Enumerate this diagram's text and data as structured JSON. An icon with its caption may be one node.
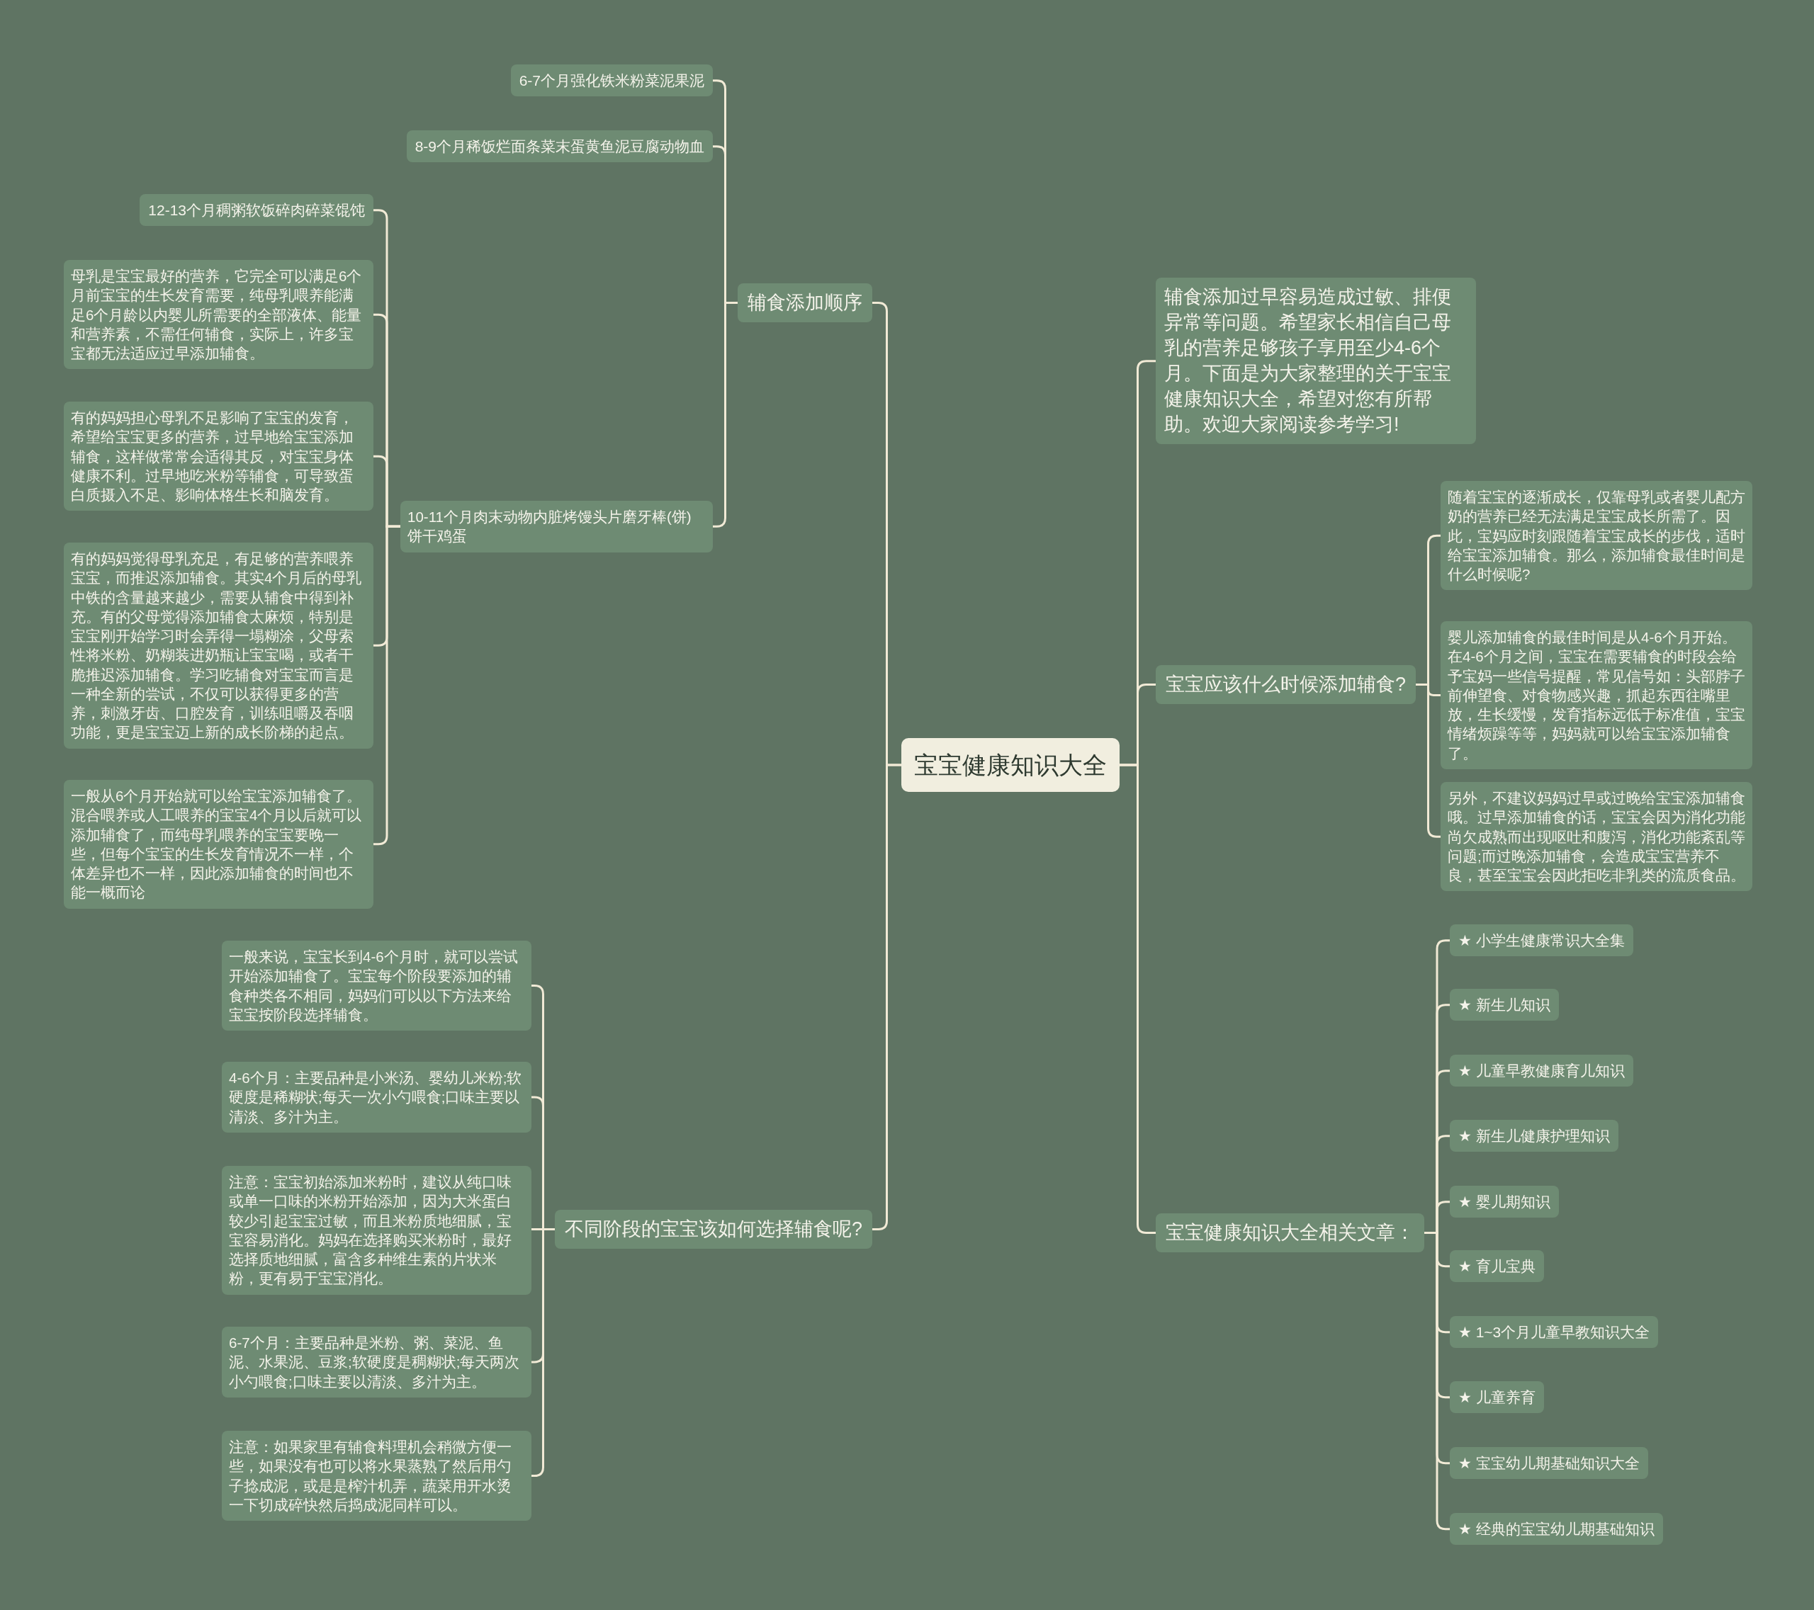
{
  "diagram": {
    "nodes": [
      {
        "text": [
          "宝宝健康知识大全"
        ]
      },
      {
        "text": [
          "辅食添加顺序"
        ]
      },
      {
        "text": [
          "6-7个月强化铁米粉菜泥果泥"
        ]
      },
      {
        "text": [
          "8-9个月稀饭烂面条菜末蛋黄鱼泥豆腐动物血"
        ]
      },
      {
        "text": [
          "10-11个月肉末动物内脏烤馒头片磨牙棒(饼)饼干鸡蛋"
        ]
      },
      {
        "text": [
          "12-13个月稠粥软饭碎肉碎菜馄饨"
        ]
      },
      {
        "text": [
          "母乳是宝宝最好的营养，它完全可以满足6个月前宝宝的生长发育需要，纯母乳喂养能满足6个月龄以内婴儿所需要的全部液体、能量和营养素，不需任何辅食，实际上，许多宝宝都无法适应过早添加辅食。"
        ]
      },
      {
        "text": [
          "有的妈妈担心母乳不足影响了宝宝的发育，希望给宝宝更多的营养，过早地给宝宝添加辅食，这样做常常会适得其反，对宝宝身体健康不利。过早地吃米粉等辅食，可导致蛋白质摄入不足、影响体格生长和脑发育。"
        ]
      },
      {
        "text": [
          "有的妈妈觉得母乳充足，有足够的营养喂养宝宝，而推迟添加辅食。其实4个月后的母乳中铁的含量越来越少，需要从辅食中得到补充。有的父母觉得添加辅食太麻烦，特别是宝宝刚开始学习时会弄得一塌糊涂，父母索性将米粉、奶糊装进奶瓶让宝宝喝，或者干脆推迟添加辅食。学习吃辅食对宝宝而言是一种全新的尝试，不仅可以获得更多的营养，刺激牙齿、口腔发育，训练咀嚼及吞咽功能，更是宝宝迈上新的成长阶梯的起点。"
        ]
      },
      {
        "text": [
          "一般从6个月开始就可以给宝宝添加辅食了。混合喂养或人工喂养的宝宝4个月以后就可以添加辅食了，而纯母乳喂养的宝宝要晚一些，但每个宝宝的生长发育情况不一样，个体差异也不一样，因此添加辅食的时间也不能一概而论"
        ]
      },
      {
        "text": [
          "不同阶段的宝宝该如何选择辅食呢?"
        ]
      },
      {
        "text": [
          "一般来说，宝宝长到4-6个月时，就可以尝试开始添加辅食了。宝宝每个阶段要添加的辅食种类各不相同，妈妈们可以以下方法来给宝宝按阶段选择辅食。"
        ]
      },
      {
        "text": [
          "4-6个月：主要品种是小米汤、婴幼儿米粉;软硬度是稀糊状;每天一次小勺喂食;口味主要以清淡、多汁为主。"
        ]
      },
      {
        "text": [
          "注意：宝宝初始添加米粉时，建议从纯口味或单一口味的米粉开始添加，因为大米蛋白较少引起宝宝过敏，而且米粉质地细腻，宝宝容易消化。妈妈在选择购买米粉时，最好选择质地细腻，富含多种维生素的片状米粉，更有易于宝宝消化。"
        ]
      },
      {
        "text": [
          "6-7个月：主要品种是米粉、粥、菜泥、鱼泥、水果泥、豆浆;软硬度是稠糊状;每天两次小勺喂食;口味主要以清淡、多汁为主。"
        ]
      },
      {
        "text": [
          "注意：如果家里有辅食料理机会稍微方便一些，如果没有也可以将水果蒸熟了然后用勺子捻成泥，或是是榨汁机弄，蔬菜用开水烫一下切成碎快然后捣成泥同样可以。"
        ]
      },
      {
        "text": [
          "辅食添加过早容易造成过敏、排便异常等问题。希望家长相信自己母乳的营养足够孩子享用至少4-6个月。下面是为大家整理的关于宝宝健康知识大全，希望对您有所帮助。欢迎大家阅读参考学习!"
        ]
      },
      {
        "text": [
          "宝宝应该什么时候添加辅食?"
        ]
      },
      {
        "text": [
          "随着宝宝的逐渐成长，仅靠母乳或者婴儿配方奶的营养已经无法满足宝宝成长所需了。因此，宝妈应时刻跟随着宝宝成长的步伐，适时给宝宝添加辅食。那么，添加辅食最佳时间是什么时候呢?"
        ]
      },
      {
        "text": [
          "婴儿添加辅食的最佳时间是从4-6个月开始。在4-6个月之间，宝宝在需要辅食的时段会给予宝妈一些信号提醒，常见信号如：头部脖子前伸望食、对食物感兴趣，抓起东西往嘴里放，生长缓慢，发育指标远低于标准值，宝宝情绪烦躁等等，妈妈就可以给宝宝添加辅食了。"
        ]
      },
      {
        "text": [
          "另外，不建议妈妈过早或过晚给宝宝添加辅食哦。过早添加辅食的话，宝宝会因为消化功能尚欠成熟而出现呕吐和腹泻，消化功能紊乱等问题;而过晚添加辅食，会造成宝宝营养不良，甚至宝宝会因此拒吃非乳类的流质食品。"
        ]
      },
      {
        "text": [
          "宝宝健康知识大全相关文章："
        ]
      },
      {
        "text": [
          "★ 小学生健康常识大全集"
        ]
      },
      {
        "text": [
          "★ 新生儿知识"
        ]
      },
      {
        "text": [
          "★ 儿童早教健康育儿知识"
        ]
      },
      {
        "text": [
          "★ 新生儿健康护理知识"
        ]
      },
      {
        "text": [
          "★ 婴儿期知识"
        ]
      },
      {
        "text": [
          "★ 育儿宝典"
        ]
      },
      {
        "text": [
          "★ 1~3个月儿童早教知识大全"
        ]
      },
      {
        "text": [
          "★ 儿童养育"
        ]
      },
      {
        "text": [
          "★ 宝宝幼儿期基础知识大全"
        ]
      },
      {
        "text": [
          "★ 经典的宝宝幼儿期基础知识"
        ]
      }
    ],
    "edges": [
      {
        "from": 0,
        "to": 1,
        "arrow": "none"
      },
      {
        "from": 1,
        "to": 2,
        "arrow": "none"
      },
      {
        "from": 1,
        "to": 3,
        "arrow": "none"
      },
      {
        "from": 1,
        "to": 4,
        "arrow": "none"
      },
      {
        "from": 4,
        "to": 5,
        "arrow": "none"
      },
      {
        "from": 4,
        "to": 6,
        "arrow": "none"
      },
      {
        "from": 4,
        "to": 7,
        "arrow": "none"
      },
      {
        "from": 4,
        "to": 8,
        "arrow": "none"
      },
      {
        "from": 4,
        "to": 9,
        "arrow": "none"
      },
      {
        "from": 0,
        "to": 10,
        "arrow": "none"
      },
      {
        "from": 10,
        "to": 11,
        "arrow": "none"
      },
      {
        "from": 10,
        "to": 12,
        "arrow": "none"
      },
      {
        "from": 10,
        "to": 13,
        "arrow": "none"
      },
      {
        "from": 10,
        "to": 14,
        "arrow": "none"
      },
      {
        "from": 10,
        "to": 15,
        "arrow": "none"
      },
      {
        "from": 0,
        "to": 16,
        "arrow": "none"
      },
      {
        "from": 0,
        "to": 17,
        "arrow": "none"
      },
      {
        "from": 17,
        "to": 18,
        "arrow": "none"
      },
      {
        "from": 17,
        "to": 19,
        "arrow": "none"
      },
      {
        "from": 17,
        "to": 20,
        "arrow": "none"
      },
      {
        "from": 0,
        "to": 21,
        "arrow": "none"
      },
      {
        "from": 21,
        "to": 22,
        "arrow": "none"
      },
      {
        "from": 21,
        "to": 23,
        "arrow": "none"
      },
      {
        "from": 21,
        "to": 24,
        "arrow": "none"
      },
      {
        "from": 21,
        "to": 25,
        "arrow": "none"
      },
      {
        "from": 21,
        "to": 26,
        "arrow": "none"
      },
      {
        "from": 21,
        "to": 27,
        "arrow": "none"
      },
      {
        "from": 21,
        "to": 28,
        "arrow": "none"
      },
      {
        "from": 21,
        "to": 29,
        "arrow": "none"
      },
      {
        "from": 21,
        "to": 30,
        "arrow": "none"
      },
      {
        "from": 21,
        "to": 31,
        "arrow": "none"
      }
    ]
  }
}
